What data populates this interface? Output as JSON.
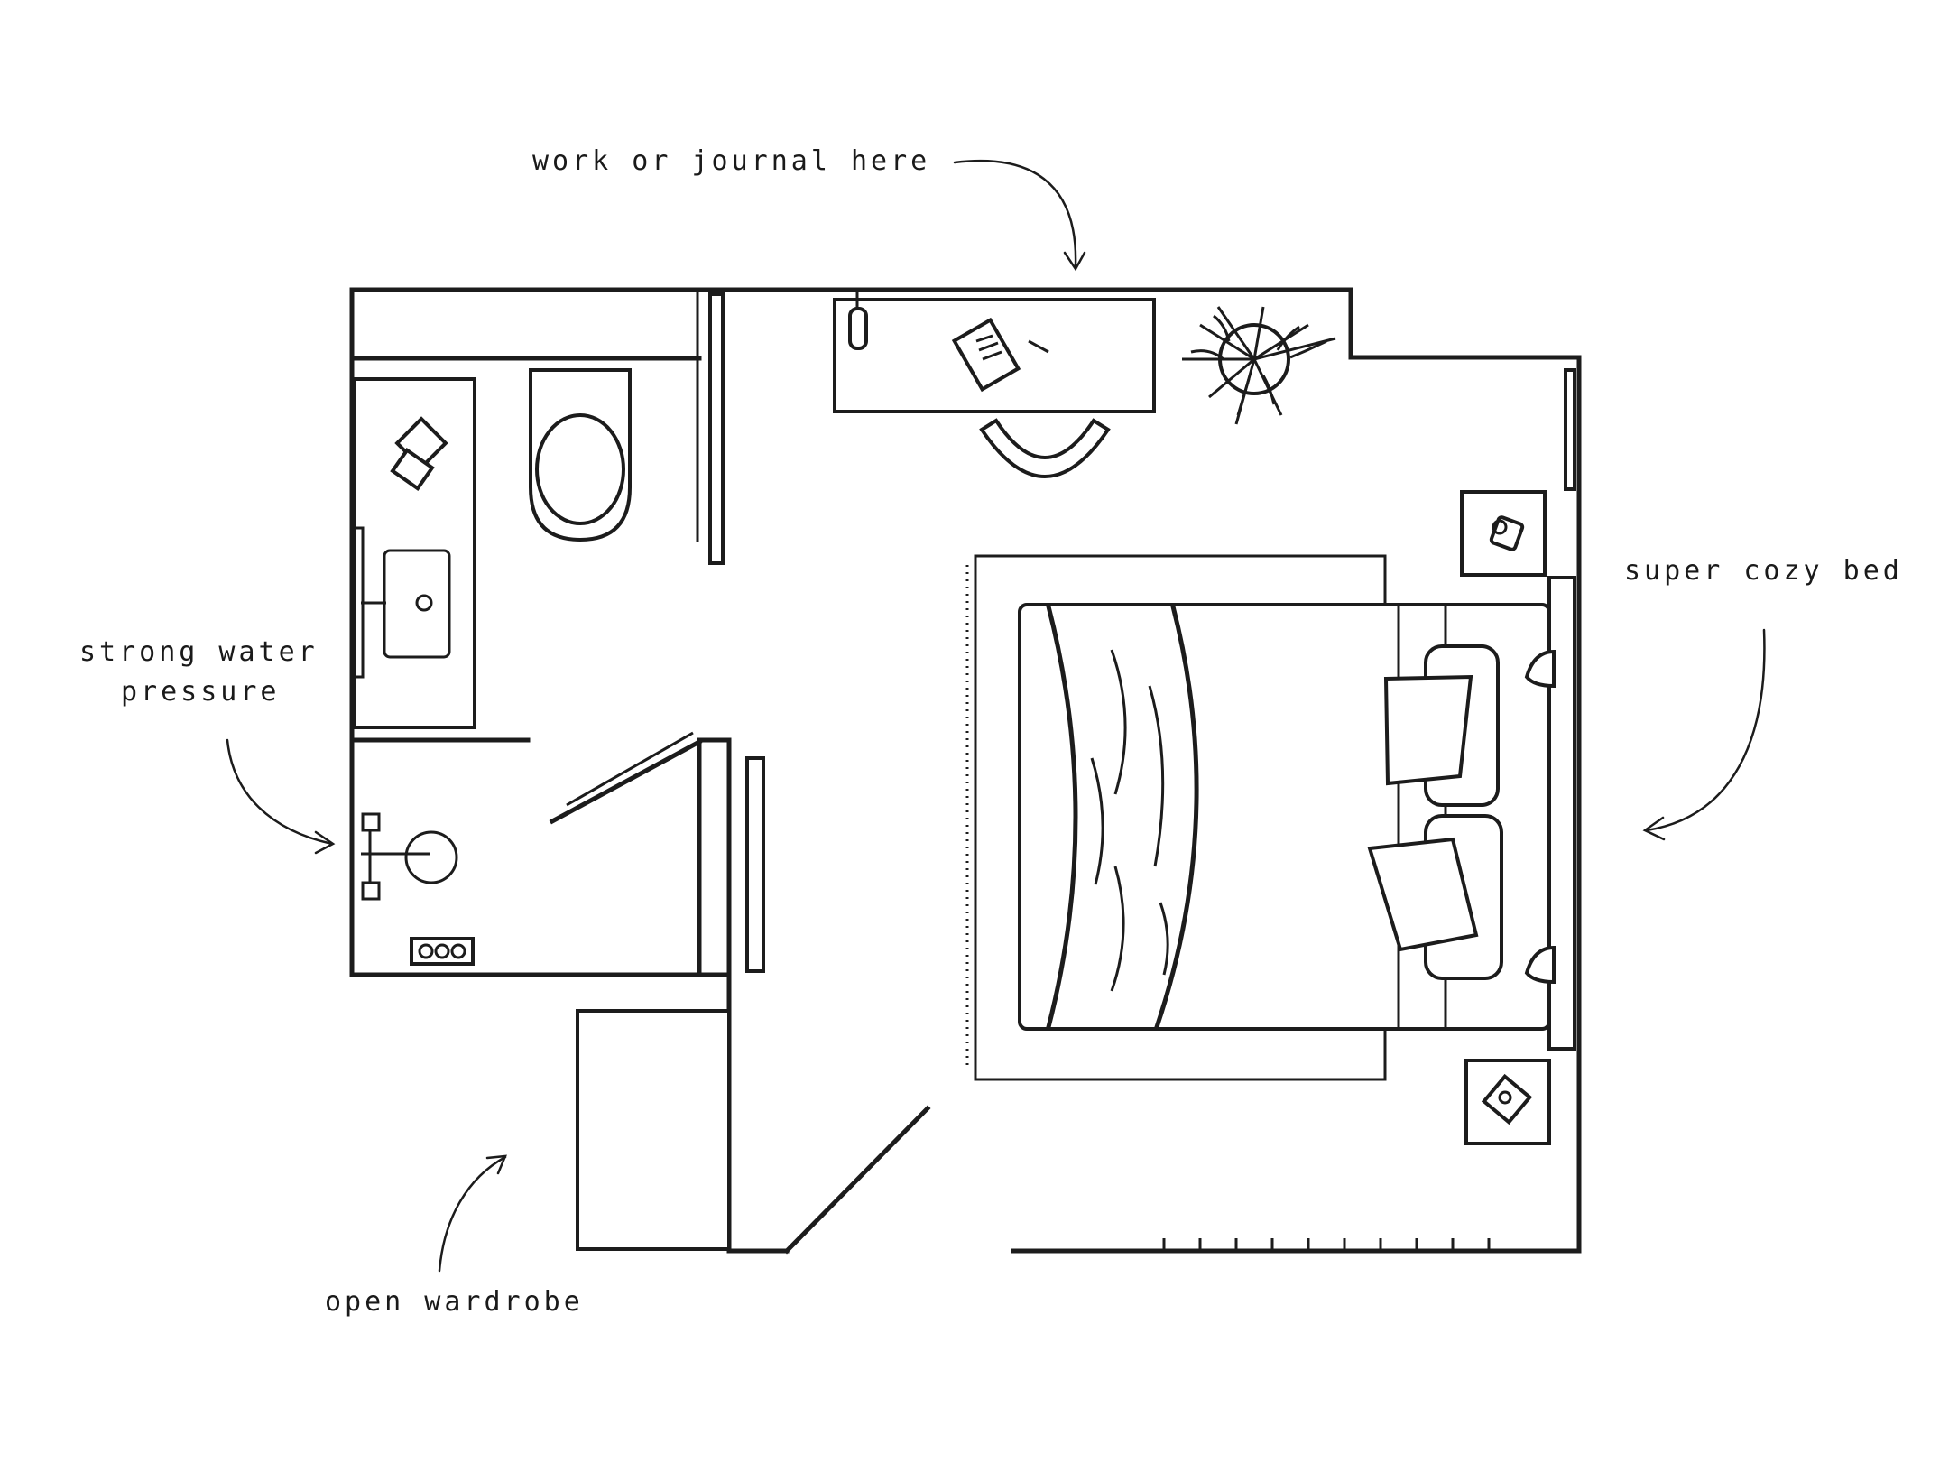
{
  "annotations": {
    "desk": "work or journal here",
    "bed": "super cozy bed",
    "shower": "strong water pressure",
    "wardrobe": "open wardrobe"
  },
  "colors": {
    "ink": "#1c1c1c",
    "background": "#ffffff"
  },
  "icons": [
    "toilet-icon",
    "sink-icon",
    "shower-head-icon",
    "desk-lamp-icon",
    "notepad-icon",
    "pen-icon",
    "chair-icon",
    "potted-plant-icon",
    "mug-icon",
    "picture-frame-icon",
    "bed-icon",
    "pillow-icon",
    "wall-lamp-icon",
    "rug-icon",
    "towel-icon",
    "outlet-icon"
  ]
}
